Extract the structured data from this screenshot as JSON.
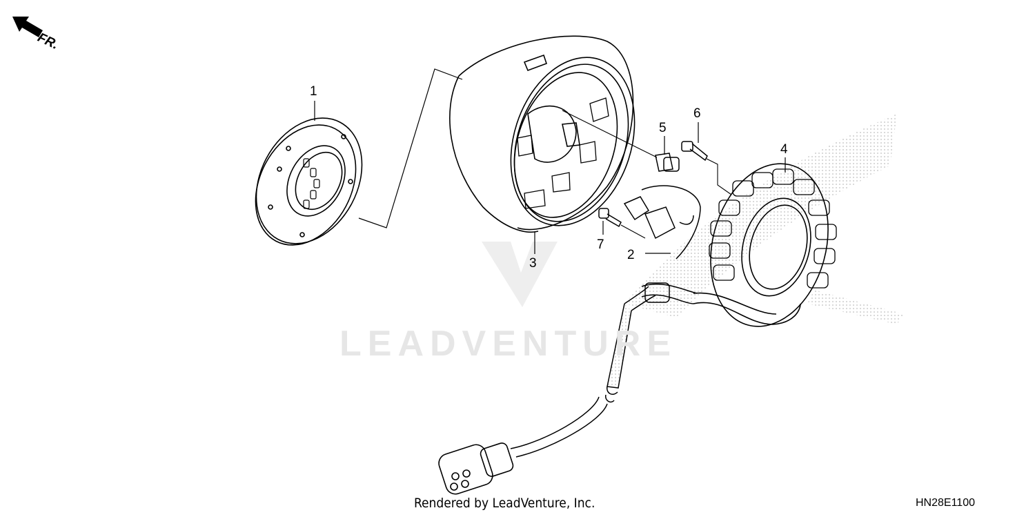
{
  "direction_marker": {
    "label": "FR.",
    "icon": "front-direction-arrow-icon"
  },
  "watermark": {
    "text": "LEADVENTURE",
    "color": "#e6e6e6"
  },
  "callouts": [
    {
      "id": "1",
      "label": "1"
    },
    {
      "id": "2",
      "label": "2"
    },
    {
      "id": "3",
      "label": "3"
    },
    {
      "id": "4",
      "label": "4"
    },
    {
      "id": "5",
      "label": "5"
    },
    {
      "id": "6",
      "label": "6"
    },
    {
      "id": "7",
      "label": "7"
    }
  ],
  "footer": {
    "credit": "Rendered by LeadVenture, Inc.",
    "diagram_code": "HN28E1100"
  },
  "colors": {
    "line": "#000000",
    "background": "#ffffff",
    "watermark": "#e6e6e6",
    "halftone": "#bdbdbd"
  }
}
